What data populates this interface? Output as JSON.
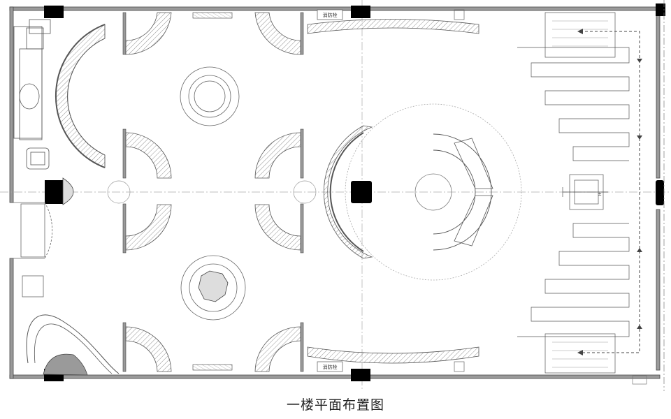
{
  "drawing": {
    "title": "一楼平面布置图",
    "cabinet_tags": [
      "消防栓",
      "消防栓"
    ],
    "level_mark": "±"
  },
  "palette": {
    "line": "#555555",
    "wall_fill": "#999999",
    "column": "#000000",
    "grid_line": "#bbbbbb",
    "hatch": "#777777"
  },
  "symbols": [
    "black-column",
    "curved-display-wall",
    "round-table",
    "stair",
    "entrance-door",
    "armchair",
    "dashed-arrow"
  ]
}
